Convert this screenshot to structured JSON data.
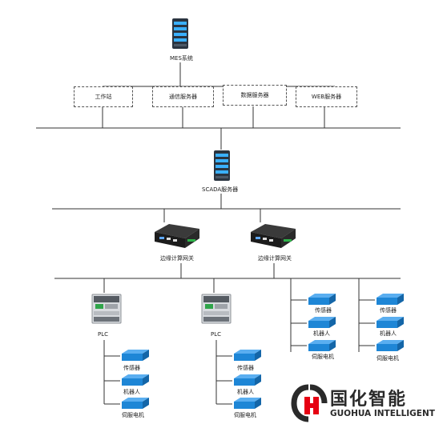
{
  "mes": {
    "label": "MES系统"
  },
  "servers": [
    {
      "label": "工作站"
    },
    {
      "label": "通信服务器"
    },
    {
      "label": "数据服务器"
    },
    {
      "label": "WEB服务器"
    }
  ],
  "scada": {
    "label": "SCADA服务器"
  },
  "gateways": [
    {
      "label": "边缘计算网关"
    },
    {
      "label": "边缘计算网关"
    }
  ],
  "plcs": [
    {
      "label": "PLC",
      "devices": [
        "传感器",
        "机器人",
        "伺服电机"
      ]
    },
    {
      "label": "PLC",
      "devices": [
        "传感器",
        "机器人",
        "伺服电机"
      ]
    }
  ],
  "direct_groups": [
    {
      "devices": [
        "传感器",
        "机器人",
        "伺服电机"
      ]
    },
    {
      "devices": [
        "传感器",
        "机器人",
        "伺服电机"
      ]
    }
  ],
  "logo": {
    "name_cn": "国化智能",
    "name_en": "GUOHUA INTELLIGENT",
    "colors": {
      "primary": "#2a2a2a",
      "accent": "#e60012"
    }
  },
  "colors": {
    "device_blue": "#1e86d6",
    "line": "#333333"
  }
}
